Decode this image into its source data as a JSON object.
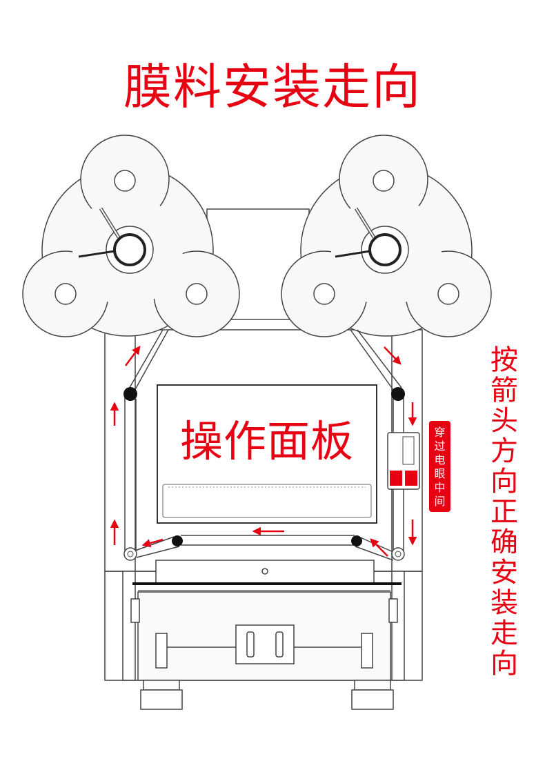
{
  "title": "膜料安装走向",
  "panel_label": "操作面板",
  "side_note": [
    "按",
    "箭",
    "头",
    "方",
    "向",
    "正",
    "确",
    "安",
    "装",
    "走",
    "向"
  ],
  "sensor_badge": [
    "穿",
    "过",
    "电",
    "眼",
    "中",
    "间"
  ],
  "colors": {
    "accent": "#e60012",
    "line": "#444444",
    "background": "#ffffff"
  }
}
